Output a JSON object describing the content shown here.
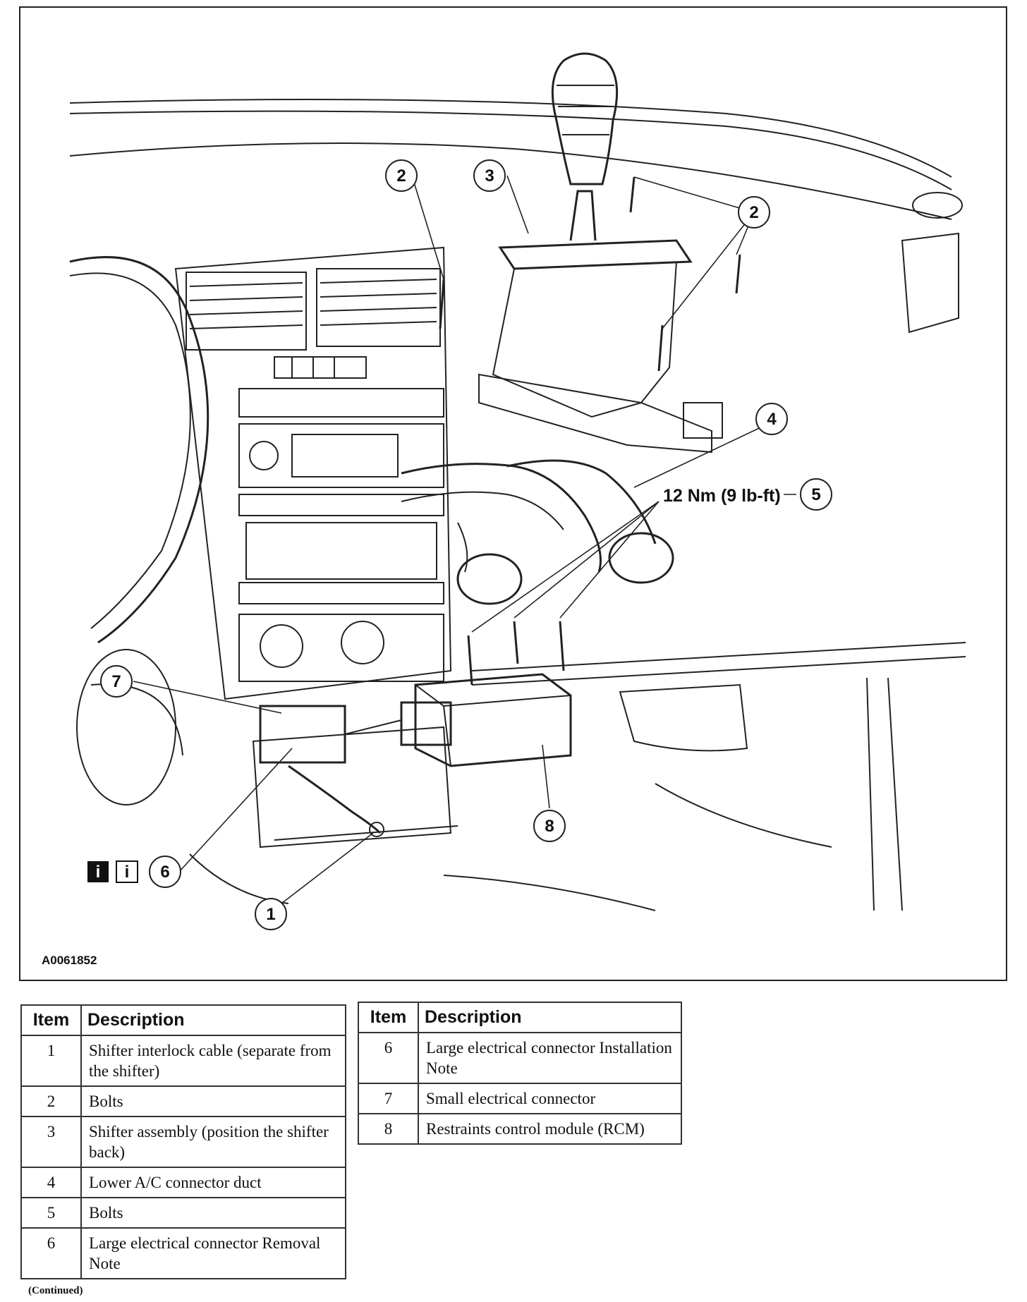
{
  "figure": {
    "figure_id": "A0061852",
    "torque_label": "12 Nm (9 lb-ft)",
    "callouts": [
      "1",
      "2",
      "2",
      "3",
      "4",
      "5",
      "6",
      "7",
      "8"
    ],
    "info_icons": [
      "i",
      "i"
    ]
  },
  "tables": {
    "left": {
      "headers": {
        "item": "Item",
        "description": "Description"
      },
      "rows": [
        {
          "item": "1",
          "description": "Shifter interlock cable (separate from the shifter)"
        },
        {
          "item": "2",
          "description": "Bolts"
        },
        {
          "item": "3",
          "description": "Shifter assembly (position the shifter back)"
        },
        {
          "item": "4",
          "description": "Lower A/C connector duct"
        },
        {
          "item": "5",
          "description": "Bolts"
        },
        {
          "item": "6",
          "description": "Large electrical connector Removal Note"
        }
      ]
    },
    "right": {
      "headers": {
        "item": "Item",
        "description": "Description"
      },
      "rows": [
        {
          "item": "6",
          "description": "Large electrical connector Installation Note"
        },
        {
          "item": "7",
          "description": "Small electrical connector"
        },
        {
          "item": "8",
          "description": "Restraints control module (RCM)"
        }
      ]
    }
  },
  "footer": {
    "continued": "(Continued)"
  }
}
